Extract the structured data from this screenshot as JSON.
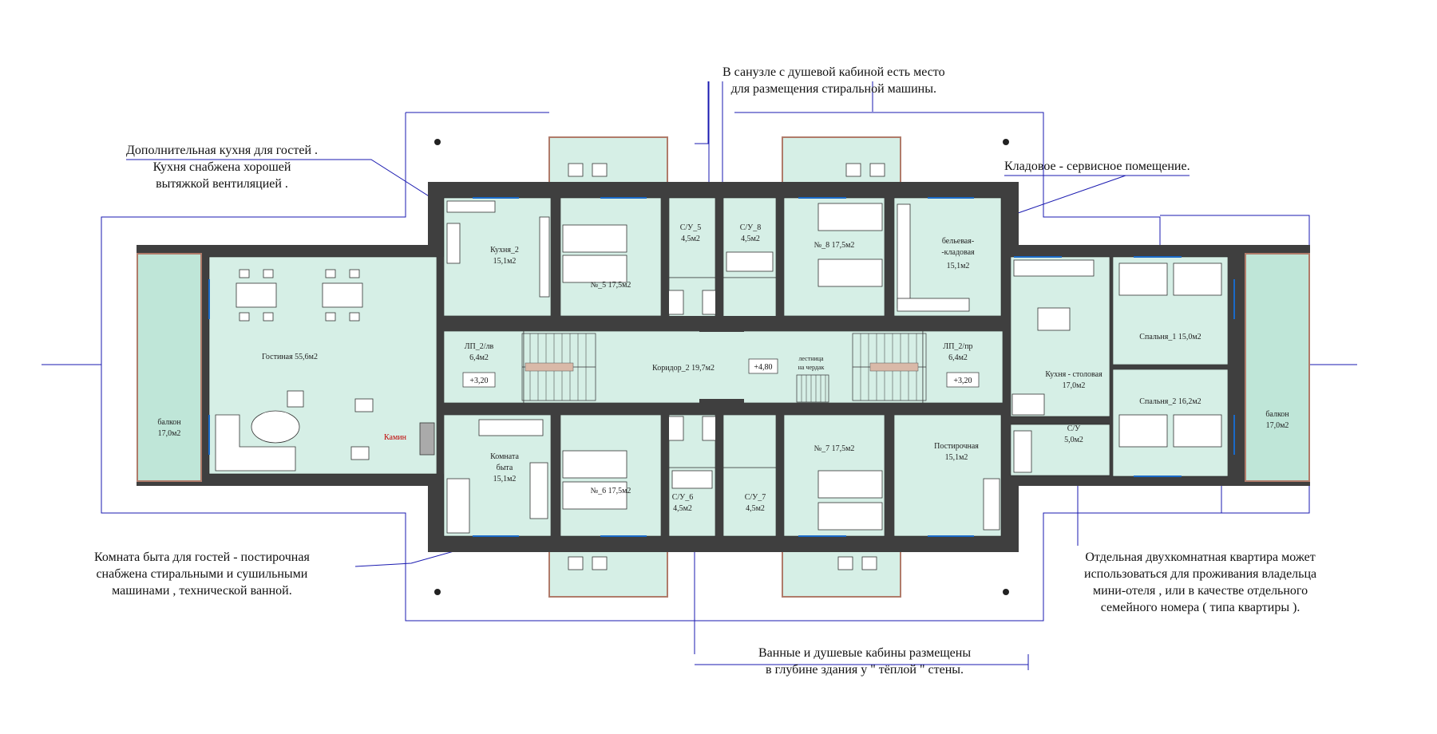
{
  "colors": {
    "wall": "#3f3f3f",
    "room": "#d6efe6",
    "balcony": "#bfe6d8",
    "leader": "#1a1ab0",
    "frame": "#b07b6a",
    "furniture": "#333333"
  },
  "callouts": {
    "laundry_top": [
      "В санузле с душевой  кабиной есть место",
      "для  размещения  стиральной  машины."
    ],
    "guest_kitchen": [
      "Дополнительная  кухня  для  гостей .",
      "Кухня  снабжена  хорошей",
      "вытяжкой  вентиляцией ."
    ],
    "storage": [
      "Кладовое - сервисное  помещение."
    ],
    "laundry_room": [
      "Комната  быта  для  гостей - постирочная",
      "снабжена  стиральными  и  сушильными",
      "машинами ,  технической  ванной."
    ],
    "apartment": [
      "Отдельная  двухкомнатная  квартира  может",
      "использоваться  для  проживания  владельца",
      "мини-отеля ,  или  в  качестве  отдельного",
      "семейного  номера ( типа  квартиры )."
    ],
    "bathrooms": [
      "Ванные  и  душевые  кабины  размещены",
      "в  глубине здания  у \" тёплой \"  стены."
    ]
  },
  "rooms": {
    "kitchen2": [
      "Кухня_2",
      "15,1м2"
    ],
    "living": [
      "Гостиная  55,6м2"
    ],
    "fireplace": "Камин",
    "balcony_left": [
      "балкон",
      "17,0м2"
    ],
    "lp2_left": [
      "ЛП_2/лв",
      "6,4м2"
    ],
    "level_left": "+3,20",
    "laundry": [
      "Комната",
      "быта",
      "15,1м2"
    ],
    "room5": "№_5  17,5м2",
    "room6": "№_6  17,5м2",
    "su5": [
      "С/У_5",
      "4,5м2"
    ],
    "su8": [
      "С/У_8",
      "4,5м2"
    ],
    "su6": [
      "С/У_6",
      "4,5м2"
    ],
    "su7": [
      "С/У_7",
      "4,5м2"
    ],
    "corridor": "Коридор_2  19,7м2",
    "level_center": "+4,80",
    "stair_attic": [
      "лестница",
      "на чердак"
    ],
    "room8": "№_8  17,5м2",
    "room7": "№_7  17,5м2",
    "linen": [
      "бельевая-",
      "-кладовая",
      "15,1м2"
    ],
    "ironing": [
      "Постирочная",
      "15,1м2"
    ],
    "lp2_right": [
      "ЛП_2/пр",
      "6,4м2"
    ],
    "level_right": "+3,20",
    "kitchen_dining": [
      "Кухня - столовая",
      "17,0м2"
    ],
    "su_apt": [
      "С/У",
      "5,0м2"
    ],
    "bedroom1": "Спальня_1  15,0м2",
    "bedroom2": "Спальня_2  16,2м2",
    "balcony_right": [
      "балкон",
      "17,0м2"
    ]
  }
}
